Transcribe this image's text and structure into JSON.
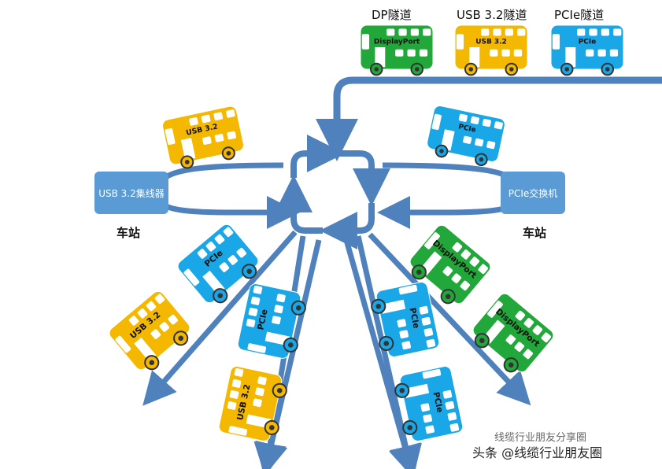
{
  "colors": {
    "usb": "#f5b800",
    "pcie": "#1aa7e8",
    "dp": "#22a83a",
    "arrow": "#4f81bd",
    "box": "#5b9bd5",
    "window": "#ffffff",
    "wheel": "#333333"
  },
  "tunnels": [
    {
      "label": "DP隧道",
      "bus_text": "DisplayPort",
      "color": "dp"
    },
    {
      "label": "USB 3.2隧道",
      "bus_text": "USB 3.2",
      "color": "usb"
    },
    {
      "label": "PCIe隧道",
      "bus_text": "PCIe",
      "color": "pcie"
    }
  ],
  "hub_box": "USB 3.2集线器",
  "switch_box": "PCIe交换机",
  "station_left": "车站",
  "station_right": "车站",
  "buses": [
    {
      "text": "USB 3.2",
      "color": "usb"
    },
    {
      "text": "PCIe",
      "color": "pcie"
    },
    {
      "text": "PCIe",
      "color": "pcie"
    },
    {
      "text": "USB 3.2",
      "color": "usb"
    },
    {
      "text": "PCIe",
      "color": "pcie"
    },
    {
      "text": "USB 3.2",
      "color": "usb"
    },
    {
      "text": "PCIe",
      "color": "pcie"
    },
    {
      "text": "PCIe",
      "color": "pcie"
    },
    {
      "text": "DisplayPort",
      "color": "dp"
    },
    {
      "text": "DisplayPort",
      "color": "dp"
    }
  ],
  "watermark_top": "线缆行业朋友分享圈",
  "watermark_bottom": "头条 @线缆行业朋友圈"
}
